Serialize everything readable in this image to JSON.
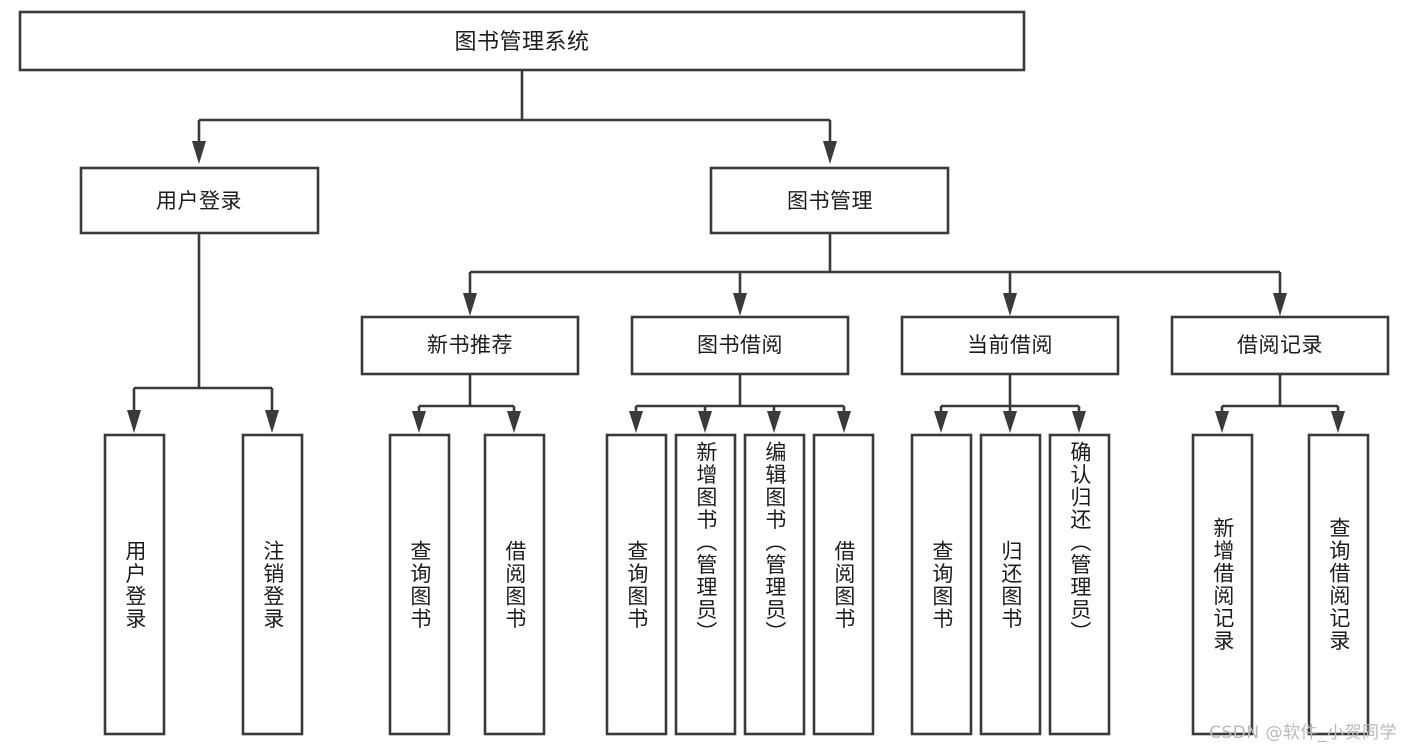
{
  "diagram": {
    "type": "tree",
    "title": "图书管理系统",
    "watermark": "CSDN @软件_小贺同学",
    "root": {
      "id": "root",
      "label": "图书管理系统"
    },
    "level2": [
      {
        "id": "user-login",
        "label": "用户登录"
      },
      {
        "id": "book-manage",
        "label": "图书管理"
      }
    ],
    "level3": [
      {
        "id": "new-book-rec",
        "label": "新书推荐",
        "parent": "book-manage"
      },
      {
        "id": "book-borrow",
        "label": "图书借阅",
        "parent": "book-manage"
      },
      {
        "id": "current-borrow",
        "label": "当前借阅",
        "parent": "book-manage"
      },
      {
        "id": "borrow-record",
        "label": "借阅记录",
        "parent": "book-manage"
      }
    ],
    "leaves": [
      {
        "id": "leaf-user-login",
        "label": "用户登录",
        "parent": "user-login"
      },
      {
        "id": "leaf-user-logout",
        "label": "注销登录",
        "parent": "user-login"
      },
      {
        "id": "leaf-query-book-1",
        "label": "查询图书",
        "parent": "new-book-rec"
      },
      {
        "id": "leaf-borrow-book-1",
        "label": "借阅图书",
        "parent": "new-book-rec"
      },
      {
        "id": "leaf-query-book-2",
        "label": "查询图书",
        "parent": "book-borrow"
      },
      {
        "id": "leaf-add-book",
        "label": "新增图书（管理员）",
        "parent": "book-borrow"
      },
      {
        "id": "leaf-edit-book",
        "label": "编辑图书（管理员）",
        "parent": "book-borrow"
      },
      {
        "id": "leaf-borrow-book-2",
        "label": "借阅图书",
        "parent": "book-borrow"
      },
      {
        "id": "leaf-query-book-3",
        "label": "查询图书",
        "parent": "current-borrow"
      },
      {
        "id": "leaf-return-book",
        "label": "归还图书",
        "parent": "current-borrow"
      },
      {
        "id": "leaf-confirm-return",
        "label": "确认归还（管理员）",
        "parent": "current-borrow"
      },
      {
        "id": "leaf-add-record",
        "label": "新增借阅记录",
        "parent": "borrow-record"
      },
      {
        "id": "leaf-query-record",
        "label": "查询借阅记录",
        "parent": "borrow-record"
      }
    ],
    "colors": {
      "stroke": "#3a3a3a",
      "fill": "#ffffff",
      "text": "#1c1c1c",
      "watermark": "#b9b9b9"
    }
  }
}
